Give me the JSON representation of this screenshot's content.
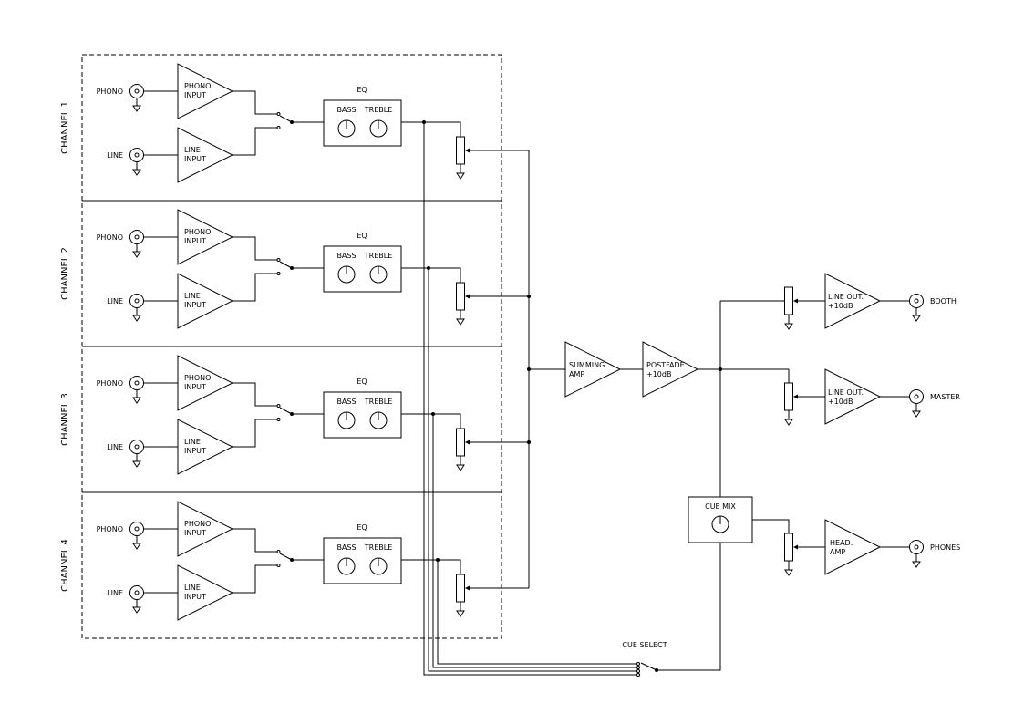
{
  "channels": [
    {
      "label": "CHANNEL 1",
      "phono": "PHONO",
      "line": "LINE",
      "phono_amp": [
        "PHONO",
        "INPUT"
      ],
      "line_amp": [
        "LINE",
        "INPUT"
      ],
      "eq": "EQ",
      "bass": "BASS",
      "treble": "TREBLE"
    },
    {
      "label": "CHANNEL 2",
      "phono": "PHONO",
      "line": "LINE",
      "phono_amp": [
        "PHONO",
        "INPUT"
      ],
      "line_amp": [
        "LINE",
        "INPUT"
      ],
      "eq": "EQ",
      "bass": "BASS",
      "treble": "TREBLE"
    },
    {
      "label": "CHANNEL 3",
      "phono": "PHONO",
      "line": "LINE",
      "phono_amp": [
        "PHONO",
        "INPUT"
      ],
      "line_amp": [
        "LINE",
        "INPUT"
      ],
      "eq": "EQ",
      "bass": "BASS",
      "treble": "TREBLE"
    },
    {
      "label": "CHANNEL 4",
      "phono": "PHONO",
      "line": "LINE",
      "phono_amp": [
        "PHONO",
        "INPUT"
      ],
      "line_amp": [
        "LINE",
        "INPUT"
      ],
      "eq": "EQ",
      "bass": "BASS",
      "treble": "TREBLE"
    }
  ],
  "summing_amp": [
    "SUMMING",
    "AMP"
  ],
  "postfade": [
    "POSTFADE",
    "+10dB"
  ],
  "cue_mix": "CUE MIX",
  "cue_select": "CUE SELECT",
  "outputs": [
    {
      "amp": [
        "LINE OUT.",
        "+10dB"
      ],
      "label": "BOOTH"
    },
    {
      "amp": [
        "LINE OUT.",
        "+10dB"
      ],
      "label": "MASTER"
    },
    {
      "amp": [
        "HEAD.",
        "AMP"
      ],
      "label": "PHONES"
    }
  ]
}
